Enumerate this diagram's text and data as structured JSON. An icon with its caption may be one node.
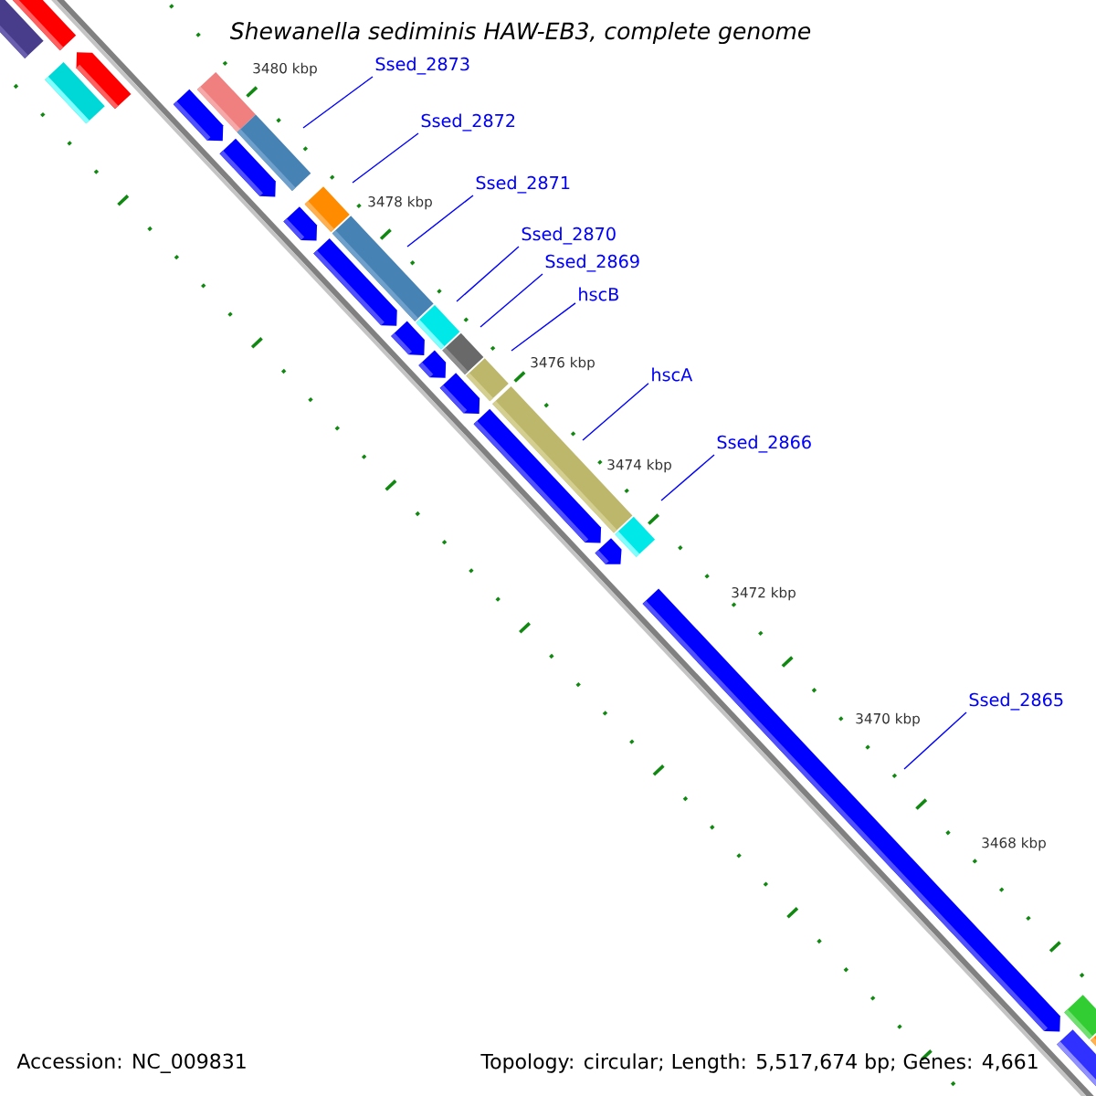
{
  "diagram": {
    "title": "Shewanella sediminis HAW-EB3, complete genome",
    "nodes": [
      {
        "text": [
          "Ssed_2873"
        ]
      },
      {
        "text": [
          "Ssed_2872"
        ]
      },
      {
        "text": [
          "Ssed_2871"
        ]
      },
      {
        "text": [
          "Ssed_2870"
        ]
      },
      {
        "text": [
          "Ssed_2869"
        ]
      },
      {
        "text": [
          "hscB"
        ]
      },
      {
        "text": [
          "hscA"
        ]
      },
      {
        "text": [
          "Ssed_2866"
        ]
      },
      {
        "text": [
          "Ssed_2865"
        ]
      }
    ],
    "edges": [
      {
        "from": 0,
        "to": null,
        "arrow": "none"
      },
      {
        "from": 1,
        "to": null,
        "arrow": "none"
      },
      {
        "from": 2,
        "to": null,
        "arrow": "none"
      },
      {
        "from": 3,
        "to": null,
        "arrow": "none"
      },
      {
        "from": 4,
        "to": null,
        "arrow": "none"
      },
      {
        "from": 5,
        "to": null,
        "arrow": "none"
      },
      {
        "from": 6,
        "to": null,
        "arrow": "none"
      },
      {
        "from": 7,
        "to": null,
        "arrow": "none"
      },
      {
        "from": 8,
        "to": null,
        "arrow": "none"
      }
    ],
    "labels": [
      "3480 kbp",
      "3478 kbp",
      "3476 kbp",
      "3474 kbp",
      "3472 kbp",
      "3470 kbp",
      "3468 kbp",
      "Accession: NC_009831",
      "Topology: circular; Length: 5,517,674 bp; Genes: 4,661"
    ]
  }
}
